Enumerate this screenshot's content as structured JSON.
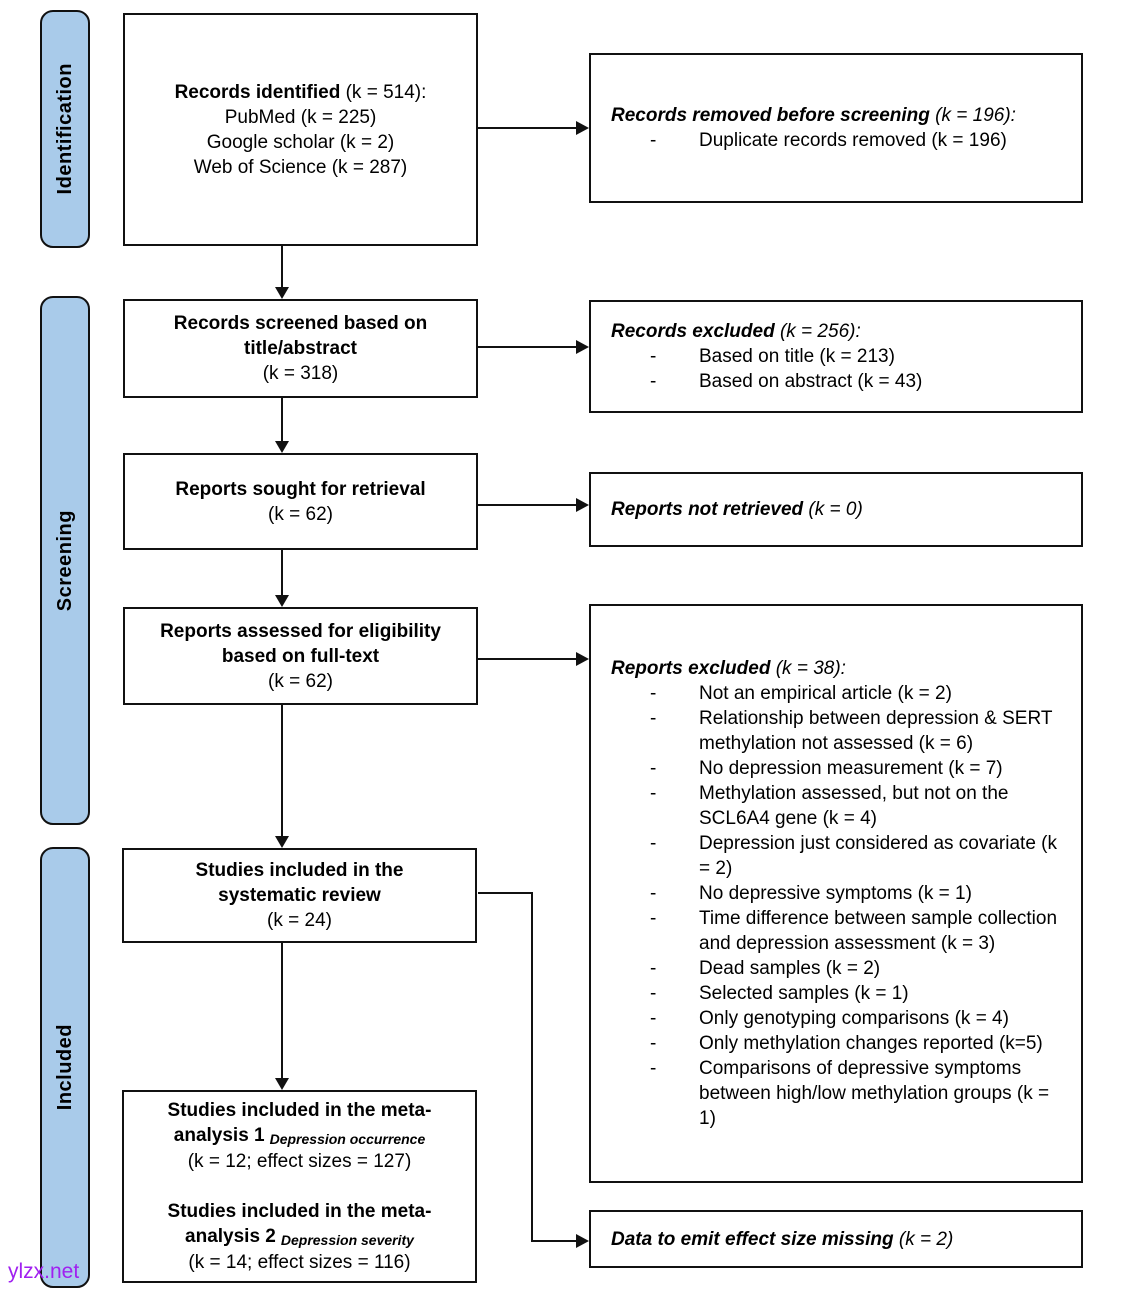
{
  "colors": {
    "sidebar_fill": "#a9cbea",
    "box_border": "#111111",
    "arrow": "#111111",
    "watermark": "#a020f0"
  },
  "bullet_marker": "-",
  "watermark": {
    "text": "ylzx.net"
  },
  "sidebars": [
    {
      "label": "Identification"
    },
    {
      "label": "Screening"
    },
    {
      "label": "Included"
    }
  ],
  "left_boxes": {
    "records_identified": {
      "title_bold": "Records identified",
      "title_rest": " (k = 514):",
      "sources": [
        "PubMed (k = 225)",
        "Google scholar (k = 2)",
        "Web of Science (k = 287)"
      ]
    },
    "records_screened": {
      "lines_bold": [
        "Records screened based on",
        "title/abstract"
      ],
      "k_line": "(k = 318)"
    },
    "reports_sought": {
      "line_bold": "Reports sought for retrieval",
      "k_line": "(k = 62)"
    },
    "reports_assessed": {
      "lines_bold": [
        "Reports assessed for eligibility",
        "based on full-text"
      ],
      "k_line": "(k = 62)"
    },
    "studies_included": {
      "lines_bold": [
        "Studies included in the",
        "systematic review"
      ],
      "k_line": "(k = 24)"
    },
    "meta_analysis": {
      "block1": {
        "title_bold": "Studies included in the meta-analysis 1",
        "subscript": "Depression occurrence",
        "k_line": "(k = 12; effect sizes = 127)"
      },
      "block2": {
        "title_bold": "Studies included in the meta-analysis 2",
        "subscript": "Depression severity",
        "k_line": "(k = 14; effect sizes = 116)"
      }
    }
  },
  "right_boxes": {
    "removed_before_screening": {
      "heading_bold": "Records removed before screening",
      "heading_rest": " (k = 196):",
      "bullets": [
        "Duplicate records removed (k = 196)"
      ]
    },
    "records_excluded": {
      "heading_bold": "Records excluded",
      "heading_rest": " (k = 256):",
      "bullets": [
        "Based on title (k = 213)",
        "Based on abstract (k = 43)"
      ]
    },
    "reports_not_retrieved": {
      "heading_bold": "Reports not retrieved",
      "heading_rest": " (k = 0)"
    },
    "reports_excluded": {
      "heading_bold": "Reports excluded",
      "heading_rest": " (k = 38):",
      "bullets": [
        "Not an empirical article (k = 2)",
        "Relationship between depression & SERT methylation not assessed (k = 6)",
        "No depression measurement (k = 7)",
        "Methylation assessed, but not on the SCL6A4 gene (k = 4)",
        "Depression just considered as covariate (k = 2)",
        "No depressive symptoms (k = 1)",
        "Time difference between sample collection and depression assessment (k = 3)",
        "Dead samples (k = 2)",
        "Selected samples (k = 1)",
        "Only genotyping comparisons (k = 4)",
        "Only methylation changes reported (k=5)",
        "Comparisons of depressive symptoms between high/low methylation groups (k = 1)"
      ]
    },
    "data_missing": {
      "heading_bold": "Data to emit effect size missing",
      "heading_rest": " (k = 2)"
    }
  }
}
